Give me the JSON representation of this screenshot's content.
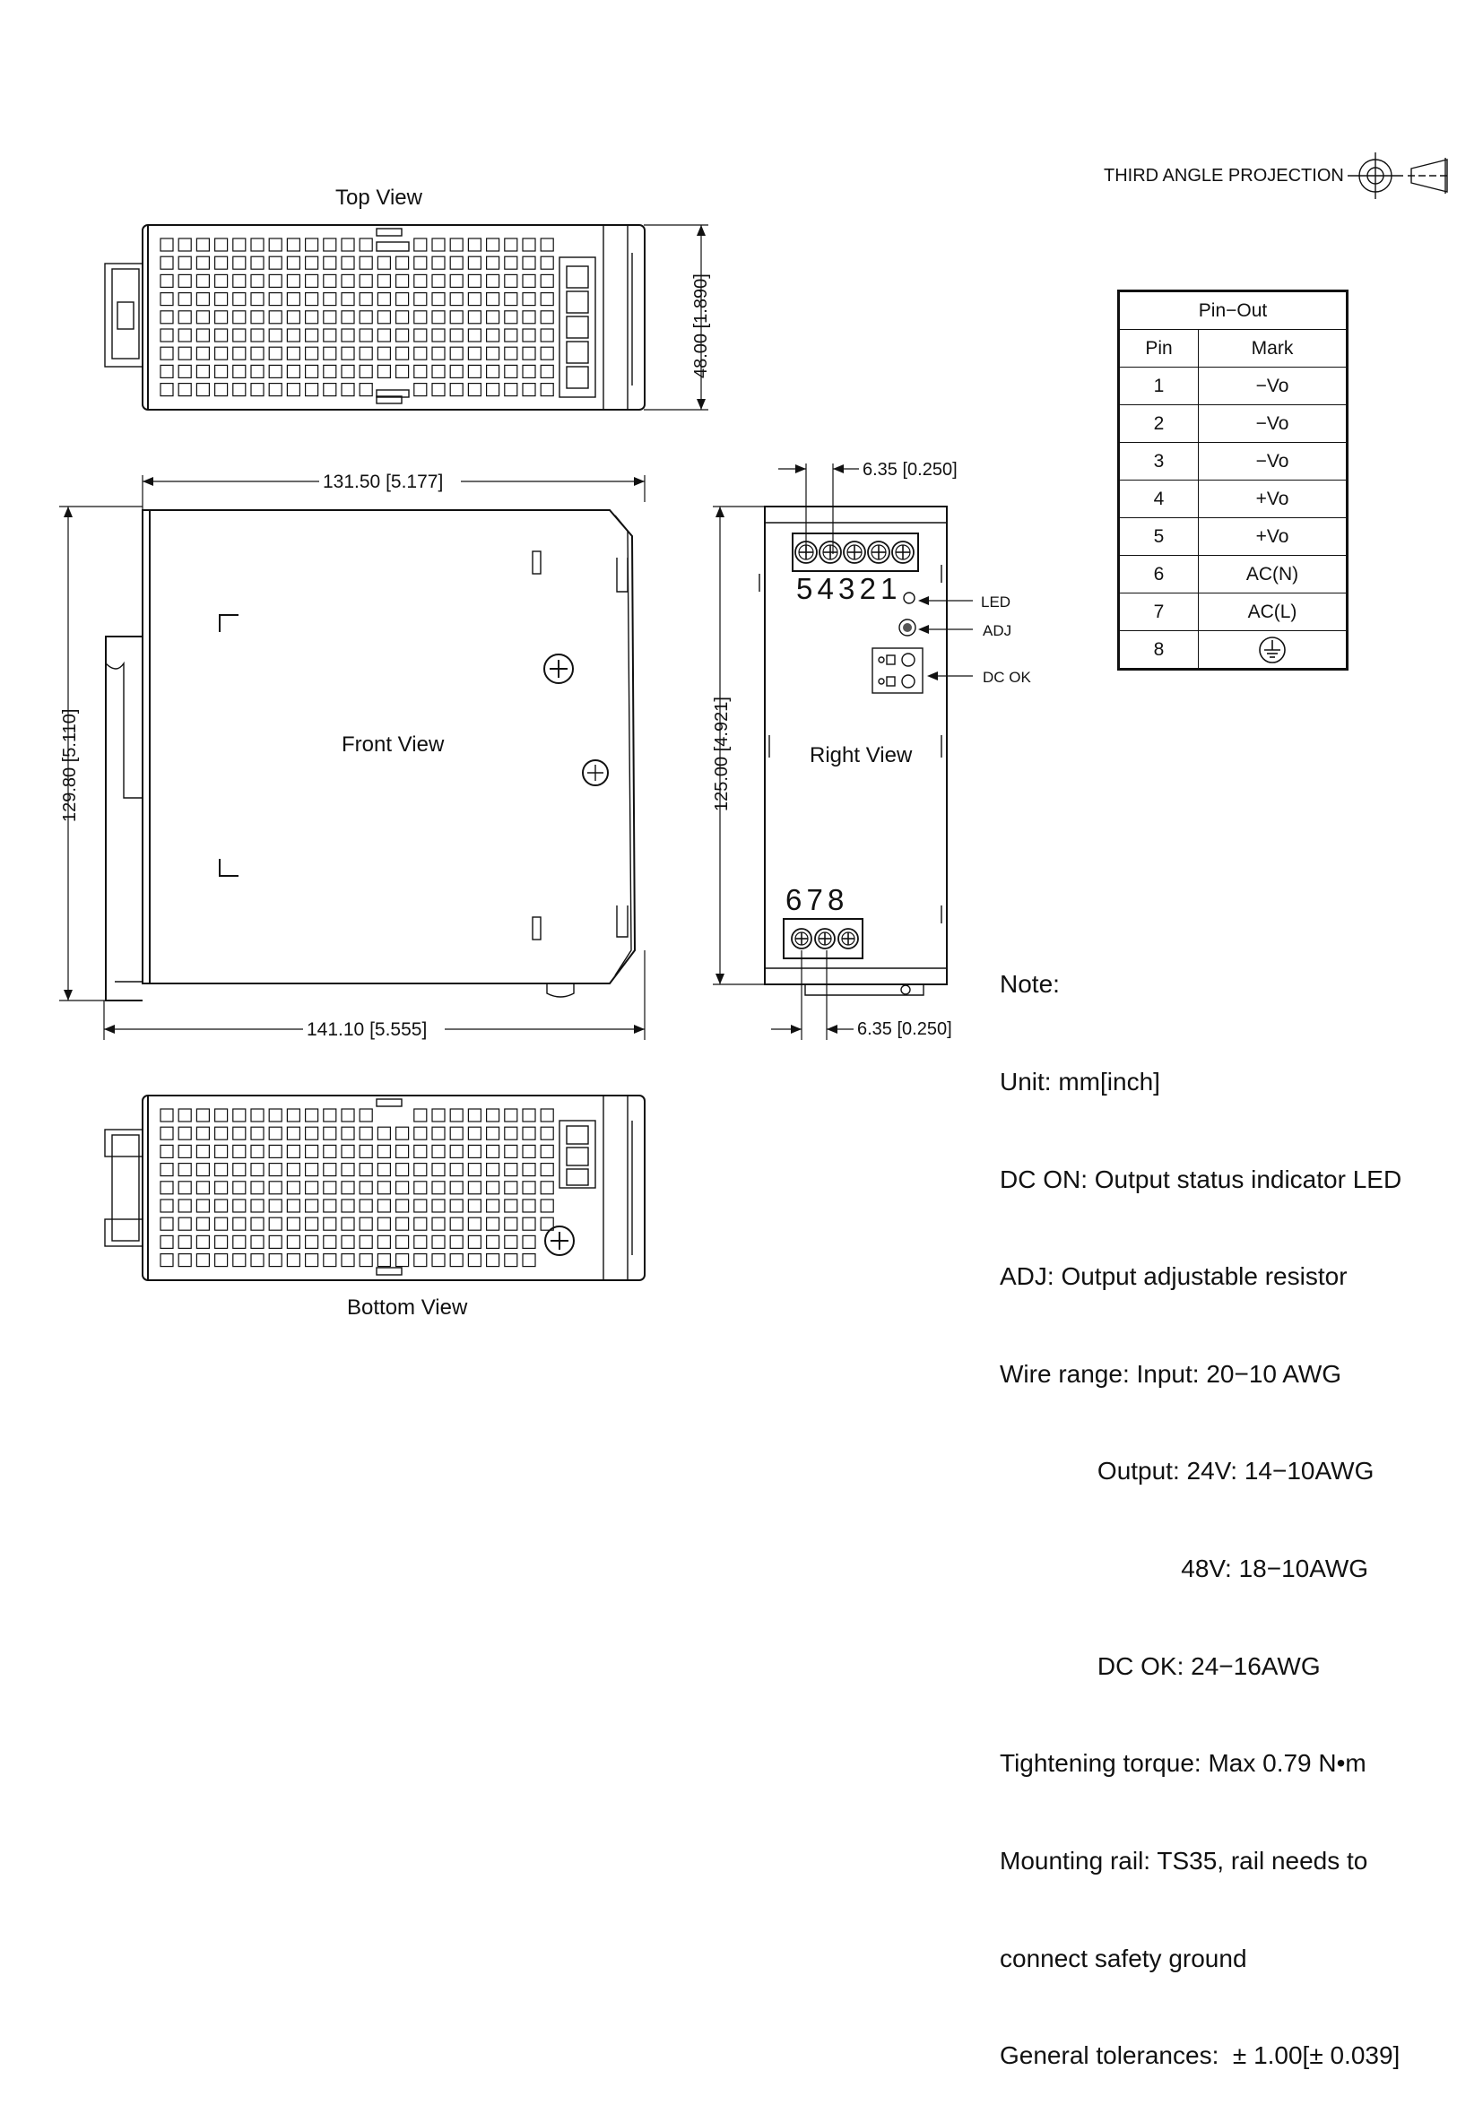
{
  "projection": {
    "label": "THIRD ANGLE PROJECTION"
  },
  "views": {
    "top": "Top View",
    "front": "Front View",
    "right": "Right View",
    "bottom": "Bottom View"
  },
  "dimensions": {
    "top_height": "48.00 [1.890]",
    "front_width": "131.50 [5.177]",
    "front_height": "129.80 [5.110]",
    "overall_width": "141.10 [5.555]",
    "right_height": "125.00 [4.921]",
    "pitch_top": "6.35 [0.250]",
    "pitch_bottom": "6.35 [0.250]"
  },
  "right_view": {
    "terminal_top_numbers": "5 4 3 2 1",
    "terminal_bottom_numbers": "6 7 8",
    "led_label": "LED",
    "adj_label": "ADJ",
    "dcok_label": "DC OK"
  },
  "pinout": {
    "title": "Pin−Out",
    "headers": [
      "Pin",
      "Mark"
    ],
    "rows": [
      {
        "pin": "1",
        "mark": "−Vo"
      },
      {
        "pin": "2",
        "mark": "−Vo"
      },
      {
        "pin": "3",
        "mark": "−Vo"
      },
      {
        "pin": "4",
        "mark": "+Vo"
      },
      {
        "pin": "5",
        "mark": "+Vo"
      },
      {
        "pin": "6",
        "mark": "AC(N)"
      },
      {
        "pin": "7",
        "mark": "AC(L)"
      },
      {
        "pin": "8",
        "mark": "",
        "icon": "ground-icon"
      }
    ]
  },
  "notes": [
    "Note:",
    "Unit: mm[inch]",
    "DC ON: Output status indicator LED",
    "ADJ: Output adjustable resistor",
    "Wire range: Input: 20−10 AWG",
    "              Output: 24V: 14−10AWG",
    "                          48V: 18−10AWG",
    "              DC OK: 24−16AWG",
    "Tightening torque: Max 0.79 N•m",
    "Mounting rail: TS35, rail needs to",
    "connect safety ground",
    "General tolerances:  ± 1.00[± 0.039]"
  ]
}
